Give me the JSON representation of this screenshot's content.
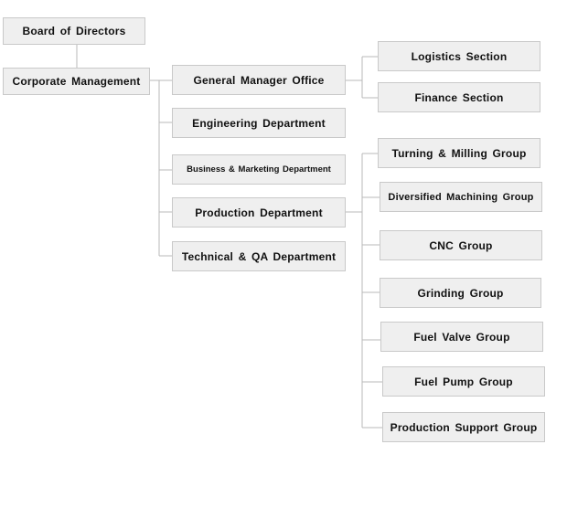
{
  "org": {
    "board": "Board of Directors",
    "corporate": "Corporate Management",
    "departments": [
      "General Manager Office",
      "Engineering Department",
      "Business & Marketing Department",
      "Production Department",
      "Technical & QA Department"
    ],
    "gm_sections": [
      "Logistics Section",
      "Finance Section"
    ],
    "production_groups": [
      "Turning & Milling Group",
      "Diversified Machining Group",
      "CNC Group",
      "Grinding Group",
      "Fuel Valve Group",
      "Fuel Pump Group",
      "Production Support Group"
    ]
  }
}
